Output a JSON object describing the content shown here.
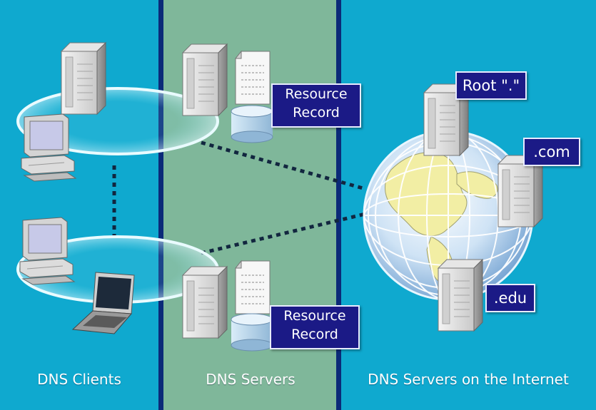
{
  "columns": {
    "clients": "DNS Clients",
    "servers": "DNS Servers",
    "internet": "DNS Servers on the Internet"
  },
  "resource_record_top": {
    "line1": "Resource",
    "line2": "Record"
  },
  "resource_record_bottom": {
    "line1": "Resource",
    "line2": "Record"
  },
  "internet_servers": {
    "root": "Root \".\"",
    "com": ".com",
    "edu": ".edu"
  },
  "colors": {
    "background": "#0fa9cf",
    "middle_band": "#7fb79a",
    "divider": "#0b2a78",
    "label_box": "#1b1a86"
  },
  "icons": [
    "server-icon",
    "desktop-computer-icon",
    "laptop-icon",
    "document-icon",
    "database-icon",
    "globe-icon"
  ]
}
